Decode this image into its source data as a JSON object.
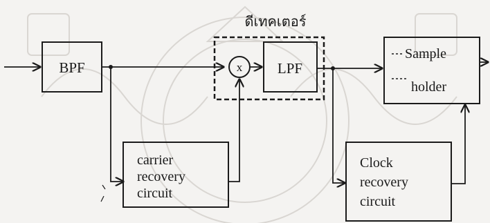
{
  "diagram": {
    "title": "ดีเทคเตอร์",
    "blocks": {
      "bpf": "BPF",
      "multiplier": "x",
      "lpf": "LPF",
      "sample_holder": [
        "Sample",
        "holder"
      ],
      "carrier_recovery": [
        "carrier",
        "recovery",
        "circuit"
      ],
      "clock_recovery": [
        "Clock",
        "recovery",
        "circuit"
      ]
    }
  }
}
